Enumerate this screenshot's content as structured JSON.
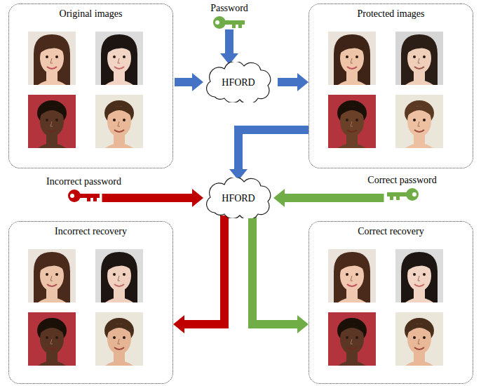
{
  "diagram": {
    "nodes": [
      {
        "text": [
          "Original images"
        ]
      },
      {
        "text": [
          "Password"
        ]
      },
      {
        "text": [
          "HFORD"
        ]
      },
      {
        "text": [
          "Protected images"
        ]
      },
      {
        "text": [
          "Incorrect password"
        ]
      },
      {
        "text": [
          "HFORD"
        ]
      },
      {
        "text": [
          "Correct password"
        ]
      },
      {
        "text": [
          "Incorrect recovery"
        ]
      },
      {
        "text": [
          "Correct recovery"
        ]
      }
    ],
    "edges": [
      {
        "from": 0,
        "to": 2,
        "arrow": "to"
      },
      {
        "from": 1,
        "to": 2,
        "arrow": "to"
      },
      {
        "from": 2,
        "to": 3,
        "arrow": "to"
      },
      {
        "from": 3,
        "to": 5,
        "arrow": "to"
      },
      {
        "from": 4,
        "to": 5,
        "arrow": "to"
      },
      {
        "from": 6,
        "to": 5,
        "arrow": "to"
      },
      {
        "from": 5,
        "to": 7,
        "arrow": "to"
      },
      {
        "from": 5,
        "to": 8,
        "arrow": "to"
      }
    ]
  }
}
